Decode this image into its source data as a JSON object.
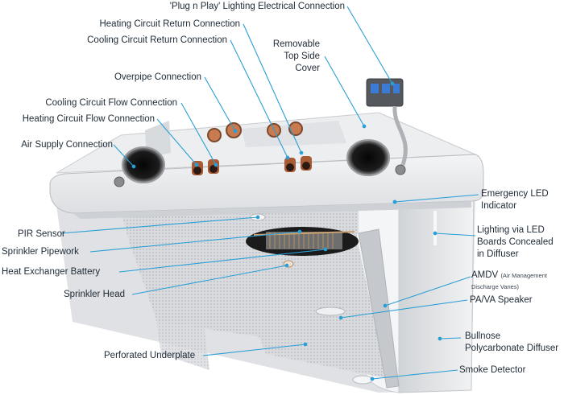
{
  "callouts": {
    "plug_n_play": "'Plug n Play' Lighting Electrical Connection",
    "heating_return": "Heating Circuit Return Connection",
    "cooling_return": "Cooling Circuit Return Connection",
    "removable_cover_1": "Removable",
    "removable_cover_2": "Top Side",
    "removable_cover_3": "Cover",
    "overpipe": "Overpipe Connection",
    "cooling_flow": "Cooling Circuit Flow Connection",
    "heating_flow": "Heating Circuit Flow Connection",
    "air_supply": "Air Supply Connection",
    "emergency_led_1": "Emergency LED",
    "emergency_led_2": "Indicator",
    "pir_sensor": "PIR Sensor",
    "lighting_led_1": "Lighting via LED",
    "lighting_led_2": "Boards Concealed",
    "lighting_led_3": "in Diffuser",
    "sprinkler_pipework": "Sprinkler Pipework",
    "heat_exchanger": "Heat Exchanger Battery",
    "amdv_main": "AMDV",
    "amdv_note_1": "(Air Management",
    "amdv_note_2": "Discharge Vanes)",
    "sprinkler_head": "Sprinkler Head",
    "pa_va": "PA/VA Speaker",
    "bullnose_1": "Bullnose",
    "bullnose_2": "Polycarbonate Diffuser",
    "perforated": "Perforated Underplate",
    "smoke": "Smoke Detector"
  },
  "colors": {
    "leader": "#2a9fd6",
    "label": "#1e2a36",
    "body": "#e6e7e9",
    "copper": "#b8643a"
  }
}
